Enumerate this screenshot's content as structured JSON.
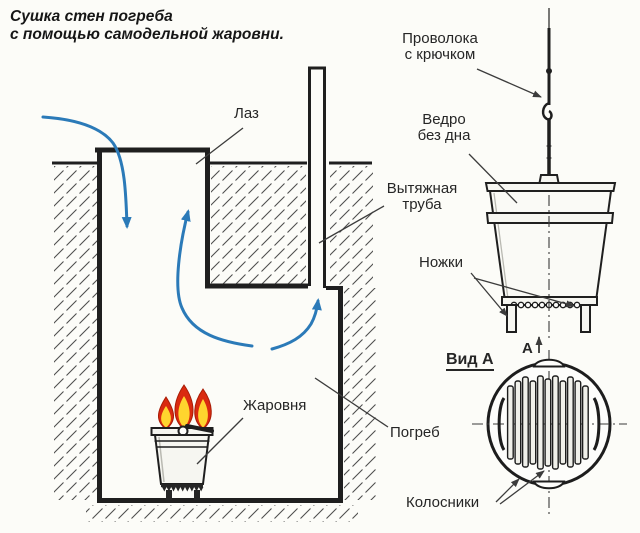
{
  "title": {
    "line1": "Сушка стен погреба",
    "line2": "с помощью самодельной жаровни."
  },
  "left_diagram": {
    "labels": {
      "hatch_label": "Лаз",
      "brazier_label": "Жаровня",
      "cellar_label": "Погреб"
    },
    "airflow_arrow_count": "3"
  },
  "right_diagram": {
    "labels": {
      "wire_label_line1": "Проволока",
      "wire_label_line2": "с крючком",
      "bucket_label_line1": "Ведро",
      "bucket_label_line2": "без дна",
      "exhaust_pipe_label_line1": "Вытяжная",
      "exhaust_pipe_label_line2": "труба",
      "legs_label": "Ножки",
      "view_title": "Вид А",
      "view_direction_letter": "А",
      "grate_label": "Колосники"
    }
  },
  "colors": {
    "bg": "#fcfcf8",
    "line": "#1f1f1f",
    "label": "#262626",
    "blue": "#2b7ab8",
    "flame-red": "#da2a10",
    "flame-yellow": "#ffd52e"
  }
}
